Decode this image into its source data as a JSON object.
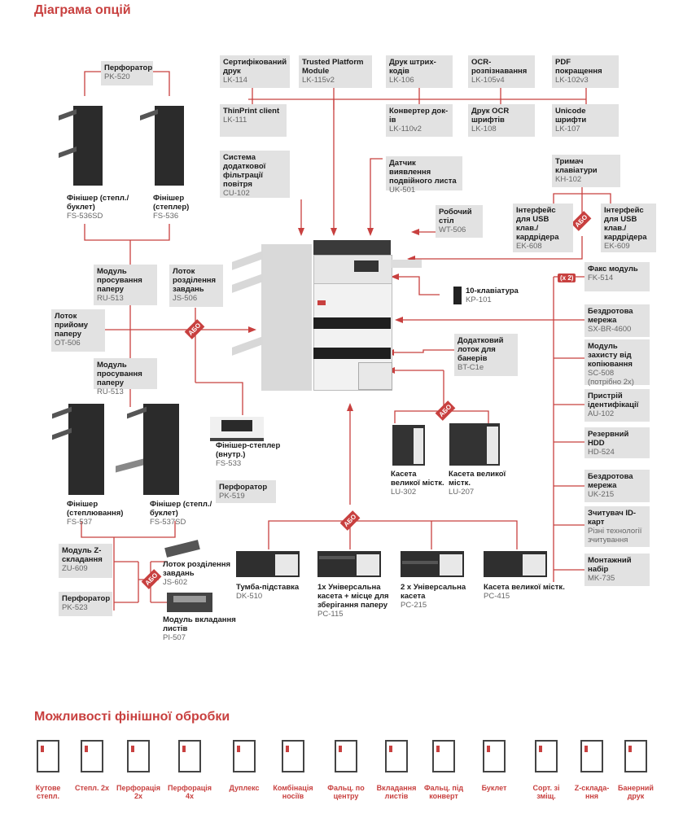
{
  "section_titles": {
    "options": "Діаграма опцій",
    "finishing": "Можливості фінішної обробки"
  },
  "abo": "АБО",
  "x2": "(x 2)",
  "boxes": {
    "pk520": {
      "name": "Перфоратор",
      "code": "PK-520"
    },
    "lk114": {
      "name": "Сертифікований друк",
      "code": "LK-114"
    },
    "lk115": {
      "name": "Trusted Platform Module",
      "code": "LK-115v2"
    },
    "lk106": {
      "name": "Друк штрих-кодів",
      "code": "LK-106"
    },
    "lk105": {
      "name": "OCR-розпізнавання",
      "code": "LK-105v4"
    },
    "lk102": {
      "name": "PDF покращення",
      "code": "LK-102v3"
    },
    "lk111": {
      "name": "ThinPrint client",
      "code": "LK-111"
    },
    "lk110": {
      "name": "Конвертер док-ів",
      "code": "LK-110v2"
    },
    "lk108": {
      "name": "Друк OCR шрифтів",
      "code": "LK-108"
    },
    "lk107": {
      "name": "Unicode шрифти",
      "code": "LK-107"
    },
    "cu102": {
      "name": "Система додаткової фільтрації повітря",
      "code": "CU-102"
    },
    "uk501": {
      "name": "Датчик виявлення подвійного листа",
      "code": "UK-501"
    },
    "kh102": {
      "name": "Тримач клавіатури",
      "code": "KH-102"
    },
    "wt506": {
      "name": "Робочий стіл",
      "code": "WT-506"
    },
    "ek608": {
      "name": "Інтерфейс для USB клав./ кардрідера",
      "code": "EK-608"
    },
    "ek609": {
      "name": "Інтерфейс для USB клав./ кардрідера",
      "code": "EK-609"
    },
    "ru513a": {
      "name": "Модуль просування паперу",
      "code": "RU-513"
    },
    "js506": {
      "name": "Лоток розділення завдань",
      "code": "JS-506"
    },
    "ot506": {
      "name": "Лоток прийому паперу",
      "code": "OT-506"
    },
    "ru513b": {
      "name": "Модуль просування паперу",
      "code": "RU-513"
    },
    "fk514": {
      "name": "Факс модуль",
      "code": "FK-514"
    },
    "sxbr": {
      "name": "Бездротова мережа",
      "code": "SX-BR-4600"
    },
    "sc508": {
      "name": "Модуль захисту від копіювання",
      "code": "SC-508",
      "note": "(потрібно 2х)"
    },
    "au102": {
      "name": "Пристрій ідентифікації",
      "code": "AU-102"
    },
    "hd524": {
      "name": "Резервний HDD",
      "code": "HD-524"
    },
    "uk215": {
      "name": "Бездротова мережа",
      "code": "UK-215"
    },
    "idcard": {
      "name": "Зчитувач ID-карт",
      "note": "Різні технології зчитування"
    },
    "mk735": {
      "name": "Монтажний набір",
      "code": "MK-735"
    },
    "btc1e": {
      "name": "Додатковий лоток для банерів",
      "code": "BT-C1e"
    },
    "pk519": {
      "name": "Перфоратор",
      "code": "PK-519"
    },
    "zu609": {
      "name": "Модуль Z-складання",
      "code": "ZU-609"
    },
    "pk523": {
      "name": "Перфоратор",
      "code": "PK-523"
    }
  },
  "labels": {
    "fs536sd": {
      "name": "Фінішер (степл./ буклет)",
      "code": "FS-536SD"
    },
    "fs536": {
      "name": "Фінішер (степлер)",
      "code": "FS-536"
    },
    "kp101": {
      "name": "10-клавіатура",
      "code": "KP-101"
    },
    "fs533": {
      "name": "Фінішер-степлер (внутр.)",
      "code": "FS-533"
    },
    "lu302": {
      "name": "Касета великої містк.",
      "code": "LU-302"
    },
    "lu207": {
      "name": "Касета великої містк.",
      "code": "LU-207"
    },
    "fs537": {
      "name": "Фінішер (степлювання)",
      "code": "FS-537"
    },
    "fs537sd": {
      "name": "Фінішер (степл./буклет)",
      "code": "FS-537SD"
    },
    "js602": {
      "name": "Лоток розділення завдань",
      "code": "JS-602"
    },
    "pi507": {
      "name": "Модуль вкладання листів",
      "code": "PI-507"
    },
    "dk510": {
      "name": "Тумба-підставка",
      "code": "DK-510"
    },
    "pc115": {
      "name": "1x Універсальна касета + місце для зберігання паперу",
      "code": "PC-115"
    },
    "pc215": {
      "name": "2 x Універсальна касета",
      "code": "PC-215"
    },
    "pc415": {
      "name": "Касета великої містк.",
      "code": "PC-415"
    }
  },
  "finishing": [
    {
      "label": "Кутове степл.",
      "icon": "corner-staple-icon"
    },
    {
      "label": "Степл. 2х",
      "icon": "staple-2x-icon"
    },
    {
      "label": "Перфорація 2х",
      "icon": "punch-2x-icon"
    },
    {
      "label": "Перфорація 4х",
      "icon": "punch-4x-icon"
    },
    {
      "label": "Дуплекс",
      "icon": "duplex-icon"
    },
    {
      "label": "Комбінація носіїв",
      "icon": "mixed-media-icon"
    },
    {
      "label": "Фальц. по центру",
      "icon": "center-fold-icon"
    },
    {
      "label": "Вкладання листів",
      "icon": "sheet-insert-icon"
    },
    {
      "label": "Фальц. під конверт",
      "icon": "letter-fold-icon"
    },
    {
      "label": "Буклет",
      "icon": "booklet-icon"
    },
    {
      "label": "Сорт. зі зміщ.",
      "icon": "offset-sort-icon"
    },
    {
      "label": "Z-склада-ння",
      "icon": "z-fold-icon"
    },
    {
      "label": "Банерний друк",
      "icon": "banner-print-icon"
    }
  ],
  "colors": {
    "accent": "#c8403f",
    "box": "#e2e2e2"
  }
}
